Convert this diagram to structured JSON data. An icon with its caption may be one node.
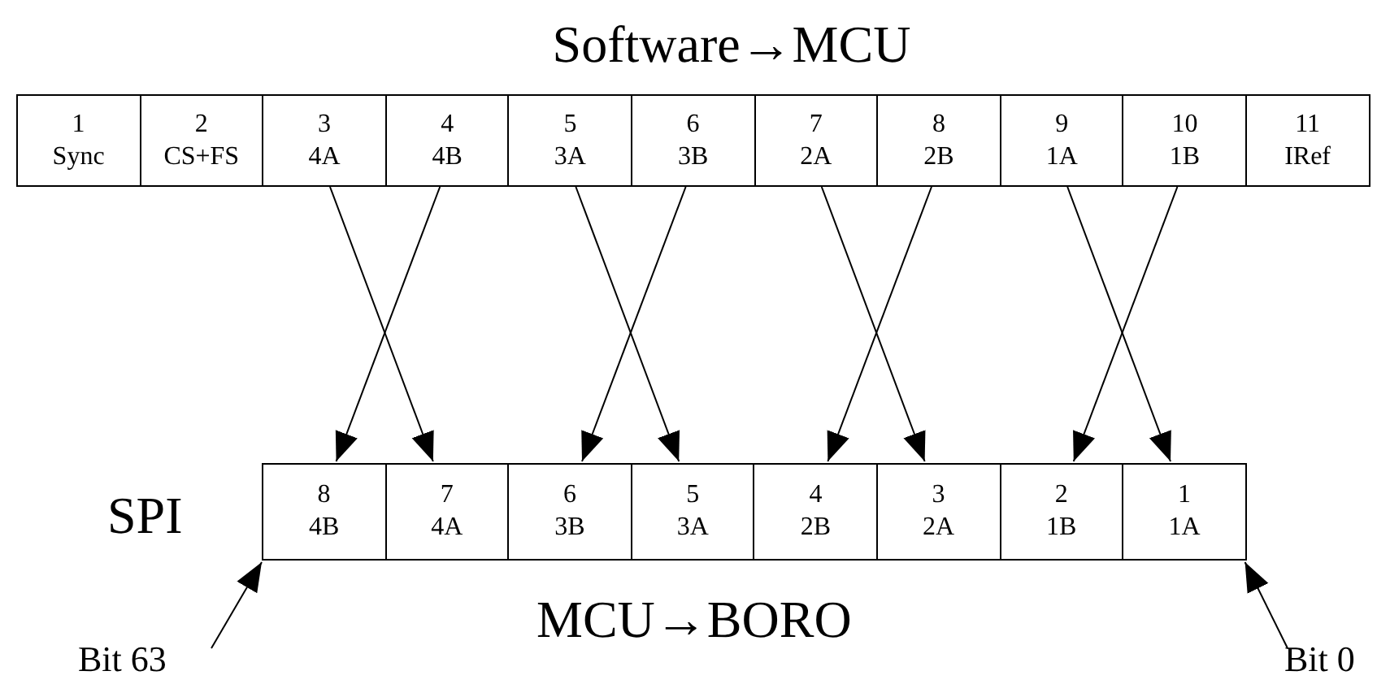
{
  "diagram": {
    "title": "Software→MCU",
    "nodes": [
      {
        "text": [
          "1",
          "Sync"
        ]
      },
      {
        "text": [
          "2",
          "CS+FS"
        ]
      },
      {
        "text": [
          "3",
          "4A"
        ]
      },
      {
        "text": [
          "4",
          "4B"
        ]
      },
      {
        "text": [
          "5",
          "3A"
        ]
      },
      {
        "text": [
          "6",
          "3B"
        ]
      },
      {
        "text": [
          "7",
          "2A"
        ]
      },
      {
        "text": [
          "8",
          "2B"
        ]
      },
      {
        "text": [
          "9",
          "1A"
        ]
      },
      {
        "text": [
          "10",
          "1B"
        ]
      },
      {
        "text": [
          "11",
          "IRef"
        ]
      },
      {
        "text": [
          "8",
          "4B"
        ]
      },
      {
        "text": [
          "7",
          "4A"
        ]
      },
      {
        "text": [
          "6",
          "3B"
        ]
      },
      {
        "text": [
          "5",
          "3A"
        ]
      },
      {
        "text": [
          "4",
          "2B"
        ]
      },
      {
        "text": [
          "3",
          "2A"
        ]
      },
      {
        "text": [
          "2",
          "1B"
        ]
      },
      {
        "text": [
          "1",
          "1A"
        ]
      },
      {
        "text": [
          "Bit 63"
        ]
      },
      {
        "text": [
          "Bit 0"
        ]
      }
    ],
    "edges": [
      {
        "from": 2,
        "to": 12,
        "arrow": "to"
      },
      {
        "from": 3,
        "to": 11,
        "arrow": "to"
      },
      {
        "from": 4,
        "to": 14,
        "arrow": "to"
      },
      {
        "from": 5,
        "to": 13,
        "arrow": "to"
      },
      {
        "from": 6,
        "to": 16,
        "arrow": "to"
      },
      {
        "from": 7,
        "to": 15,
        "arrow": "to"
      },
      {
        "from": 8,
        "to": 18,
        "arrow": "to"
      },
      {
        "from": 9,
        "to": 17,
        "arrow": "to"
      },
      {
        "from": 19,
        "to": 11,
        "arrow": "to"
      },
      {
        "from": 20,
        "to": 18,
        "arrow": "to"
      }
    ],
    "labels": [
      "SPI",
      "MCU→BORO"
    ]
  }
}
